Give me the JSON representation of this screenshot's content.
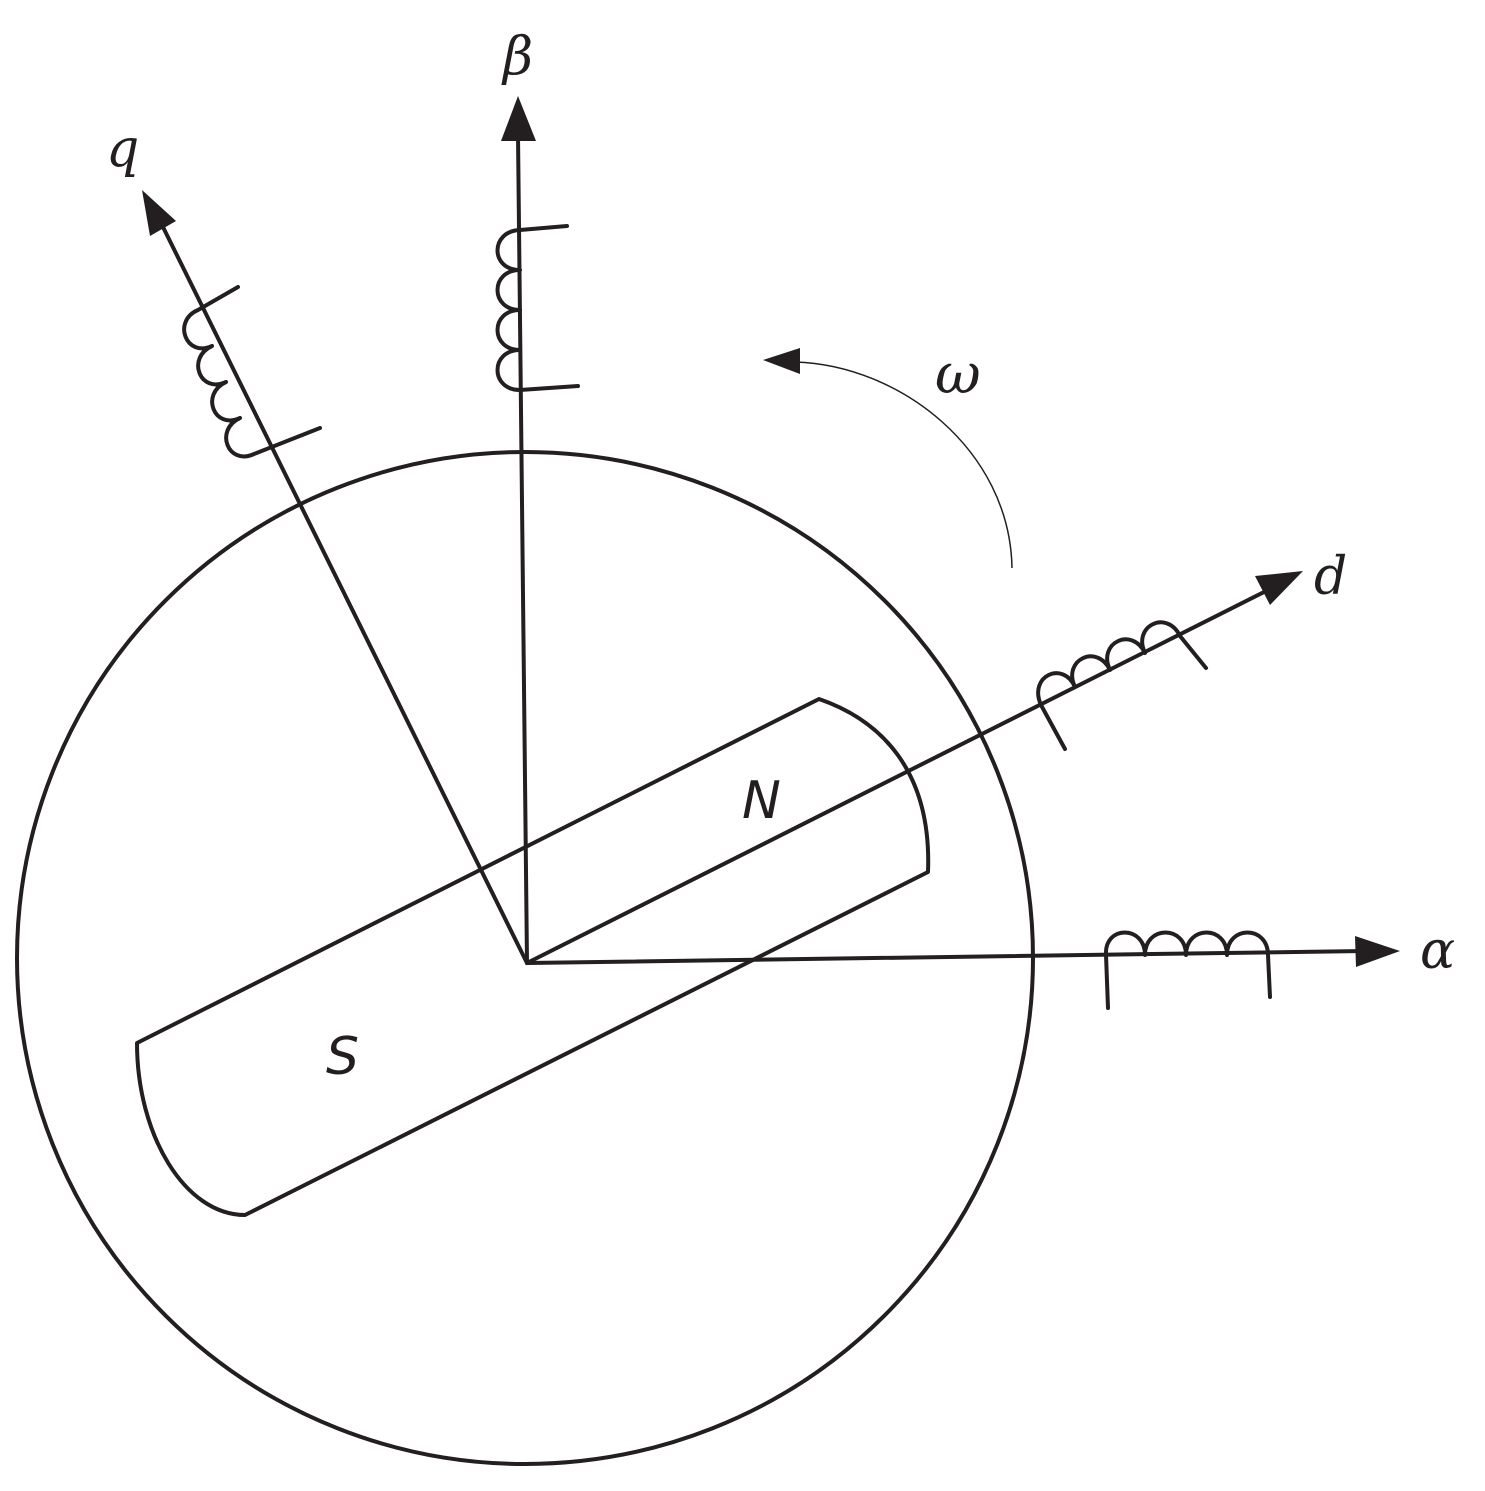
{
  "labels": {
    "alpha": "α",
    "beta": "β",
    "d": "d",
    "q": "q",
    "omega": "ω",
    "north": "N",
    "south": "S"
  },
  "colors": {
    "ink": "#231f20",
    "background": "#ffffff"
  }
}
